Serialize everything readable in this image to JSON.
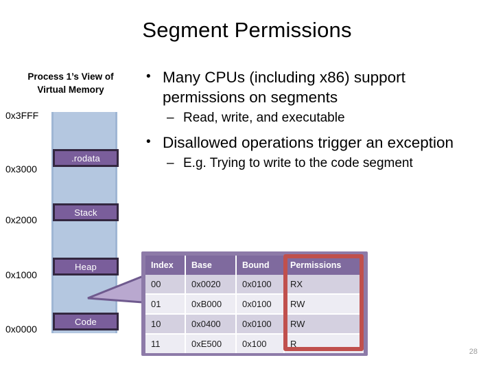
{
  "slide": {
    "title": "Segment Permissions",
    "page_number": "28"
  },
  "diagram": {
    "heading_line1": "Process 1’s View of",
    "heading_line2": "Virtual Memory",
    "segments": [
      {
        "label": ".rodata"
      },
      {
        "label": "Stack"
      },
      {
        "label": "Heap"
      },
      {
        "label": "Code"
      }
    ],
    "addresses": [
      {
        "label": "0x3FFF"
      },
      {
        "label": "0x3000"
      },
      {
        "label": "0x2000"
      },
      {
        "label": "0x1000"
      },
      {
        "label": "0x0000"
      }
    ],
    "colors": {
      "memory_fill": "#b4c7e0",
      "segment_fill": "#7a5e9b",
      "segment_border": "#332740",
      "callout_fill": "#b9a8cf",
      "callout_border": "#6f5a8e"
    }
  },
  "bullets": [
    {
      "level": 1,
      "text": "Many CPUs (including x86) support permissions on segments"
    },
    {
      "level": 2,
      "text": "Read, write, and executable"
    },
    {
      "level": 1,
      "text": "Disallowed operations trigger an exception"
    },
    {
      "level": 2,
      "text": "E.g. Trying to write to the code segment"
    }
  ],
  "table": {
    "headers": [
      "Index",
      "Base",
      "Bound",
      "Permissions"
    ],
    "rows": [
      {
        "index": "00",
        "base": "0x0020",
        "bound": "0x0100",
        "permissions": "RX"
      },
      {
        "index": "01",
        "base": "0xB000",
        "bound": "0x0100",
        "permissions": "RW"
      },
      {
        "index": "10",
        "base": "0x0400",
        "bound": "0x0100",
        "permissions": "RW"
      },
      {
        "index": "11",
        "base": "0xE500",
        "bound": "0x100",
        "permissions": "R"
      }
    ],
    "highlight_column": "Permissions",
    "colors": {
      "header_fill": "#7f6a9e",
      "frame_fill": "#8d7aa8",
      "row_odd": "#d4d0e0",
      "row_even": "#edecf3",
      "highlight_border": "#c0504d"
    }
  }
}
